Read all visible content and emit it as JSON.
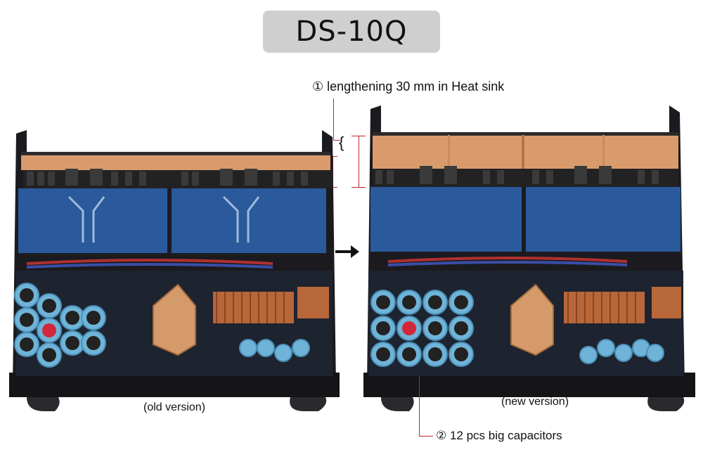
{
  "title": "DS-10Q",
  "note_top": "① lengthening 30 mm in Heat sink",
  "note_bottom": "② 12 pcs big capacitors",
  "brace": "{",
  "caption_old": "(old version)",
  "caption_new": "(new version)",
  "colors": {
    "chassis": "#1b1b1f",
    "board": "#2a5a9c",
    "heatsink": "#d99b6c",
    "capacitor": "#6fb4d8",
    "accent_red": "#c0282d"
  }
}
